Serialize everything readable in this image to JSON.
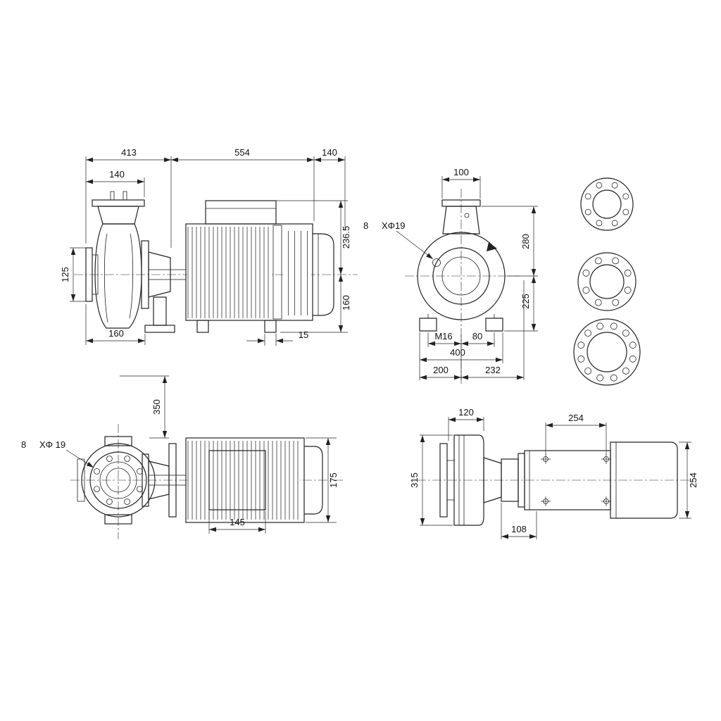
{
  "side": {
    "dim413": "413",
    "dim554": "554",
    "dim140_end": "140",
    "dim140_flange": "140",
    "dim125": "125",
    "dim160_bottom": "160",
    "dim236_5": "236.5",
    "dim160_right": "160",
    "dim15": "15"
  },
  "front": {
    "dim100": "100",
    "holes_count": "8",
    "holes_spec": "XΦ19",
    "dim280": "280",
    "dim225": "225",
    "thread": "M16",
    "dim80": "80",
    "dim400": "400",
    "dim200": "200",
    "dim232": "232"
  },
  "plan_pump": {
    "dim350": "350",
    "holes_count": "8",
    "holes_spec": "XΦ 19",
    "dim175": "175",
    "dim145": "145"
  },
  "plan_bare": {
    "dim120": "120",
    "dim254_top": "254",
    "dim315": "315",
    "dim254_side": "254",
    "dim108": "108"
  }
}
